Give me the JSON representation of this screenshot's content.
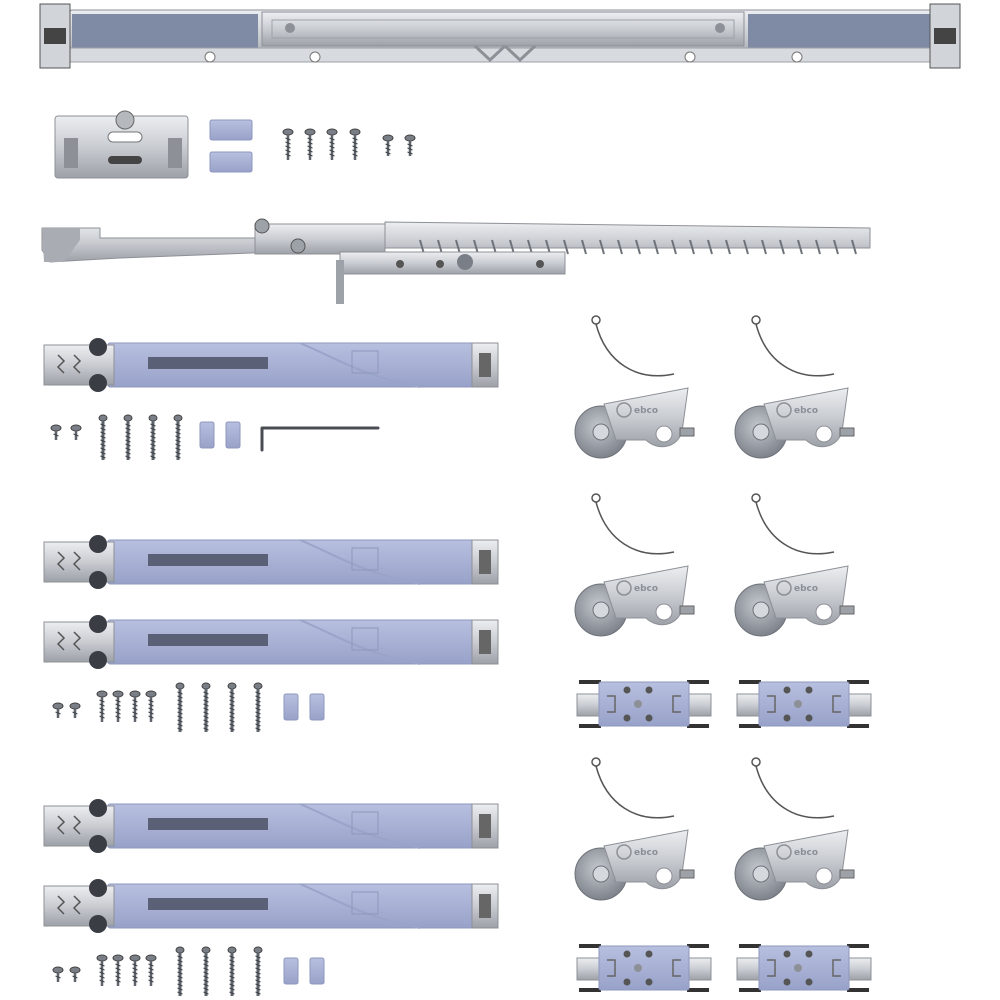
{
  "image": {
    "kind": "product-photo",
    "subject": "sliding door hardware kit",
    "background": "#ffffff"
  },
  "colors": {
    "metal": "#c9ccd1",
    "metal_dark": "#8d9096",
    "metal_light": "#e6e8eb",
    "plastic": "#a9b2d6",
    "plastic_dark": "#8e97bd",
    "rubber": "#3a3d44",
    "wheel": "#8f949c",
    "screw": "#5f646c"
  },
  "labels": {
    "wheel_brand": "ebco"
  },
  "counts": {
    "dampers": 5,
    "wheel_brackets": 6,
    "guide_plates": 4
  }
}
